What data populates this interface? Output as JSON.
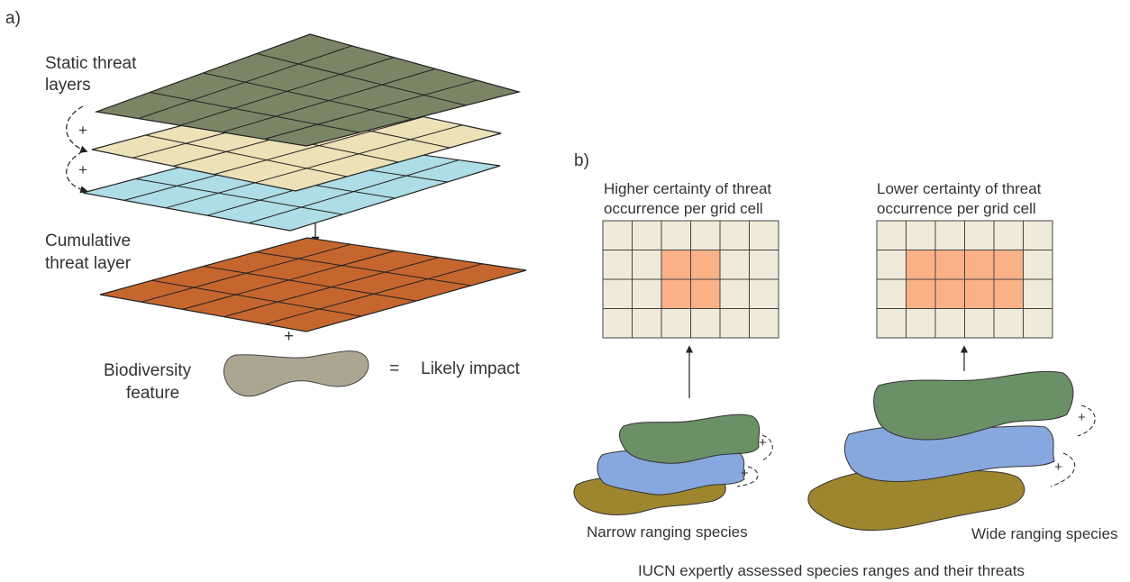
{
  "panel_a": {
    "label": "a)",
    "static_title_line1": "Static threat",
    "static_title_line2": "layers",
    "plus_1": "+",
    "plus_2": "+",
    "cumulative_line1": "Cumulative",
    "cumulative_line2": "threat layer",
    "plus_feature": "+",
    "biodiversity_line1": "Biodiversity",
    "biodiversity_line2": "feature",
    "equals": "=",
    "result": "Likely impact",
    "colors": {
      "layer_top": "#7b8565",
      "layer_mid": "#ede1b8",
      "layer_bottom": "#addde6",
      "cumulative": "#c6662f",
      "feature": "#aca592"
    }
  },
  "panel_b": {
    "label": "b)",
    "left_title_line1": "Higher certainty of threat",
    "left_title_line2": "occurrence per grid cell",
    "right_title_line1": "Lower certainty of threat",
    "right_title_line2": "occurrence per grid cell",
    "narrow_label": "Narrow ranging species",
    "wide_label": "Wide ranging species",
    "plus_narrow_1": "+",
    "plus_narrow_2": "+",
    "plus_wide_1": "+",
    "plus_wide_2": "+",
    "caption": "IUCN expertly assessed species ranges and their threats",
    "colors": {
      "cell": "#efead9",
      "highlight": "#fbb186",
      "green": "#6b8f67",
      "blue": "#86a8de",
      "olive": "#9d862e"
    }
  }
}
